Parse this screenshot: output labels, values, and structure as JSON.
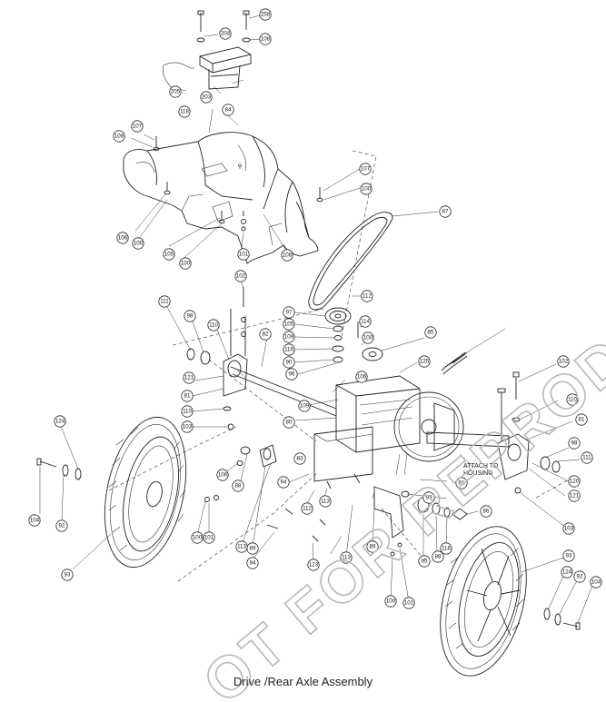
{
  "caption": "Drive /Rear Axle Assembly",
  "watermark": "OT FOR REPROD",
  "attach_note": [
    "ATTACH TO",
    "HOUSING"
  ],
  "callouts": [
    "258",
    "108",
    "204",
    "203",
    "205",
    "118",
    "84",
    "107",
    "108",
    "106",
    "100",
    "105",
    "100",
    "101",
    "108",
    "107",
    "100",
    "87",
    "102",
    "112",
    "111",
    "98",
    "110",
    "82",
    "97",
    "105",
    "109",
    "116",
    "90",
    "96",
    "114",
    "100",
    "85",
    "125",
    "106",
    "121",
    "81",
    "110",
    "103",
    "109",
    "80",
    "124",
    "93",
    "92",
    "104",
    "106",
    "88",
    "83",
    "94",
    "112",
    "113",
    "101",
    "100",
    "89",
    "113",
    "94",
    "123",
    "99",
    "88",
    "95",
    "86",
    "91",
    "102",
    "110",
    "81",
    "98",
    "111",
    "120",
    "121",
    "103",
    "93",
    "124",
    "92",
    "104",
    "100",
    "101",
    "89",
    "113",
    "116"
  ]
}
